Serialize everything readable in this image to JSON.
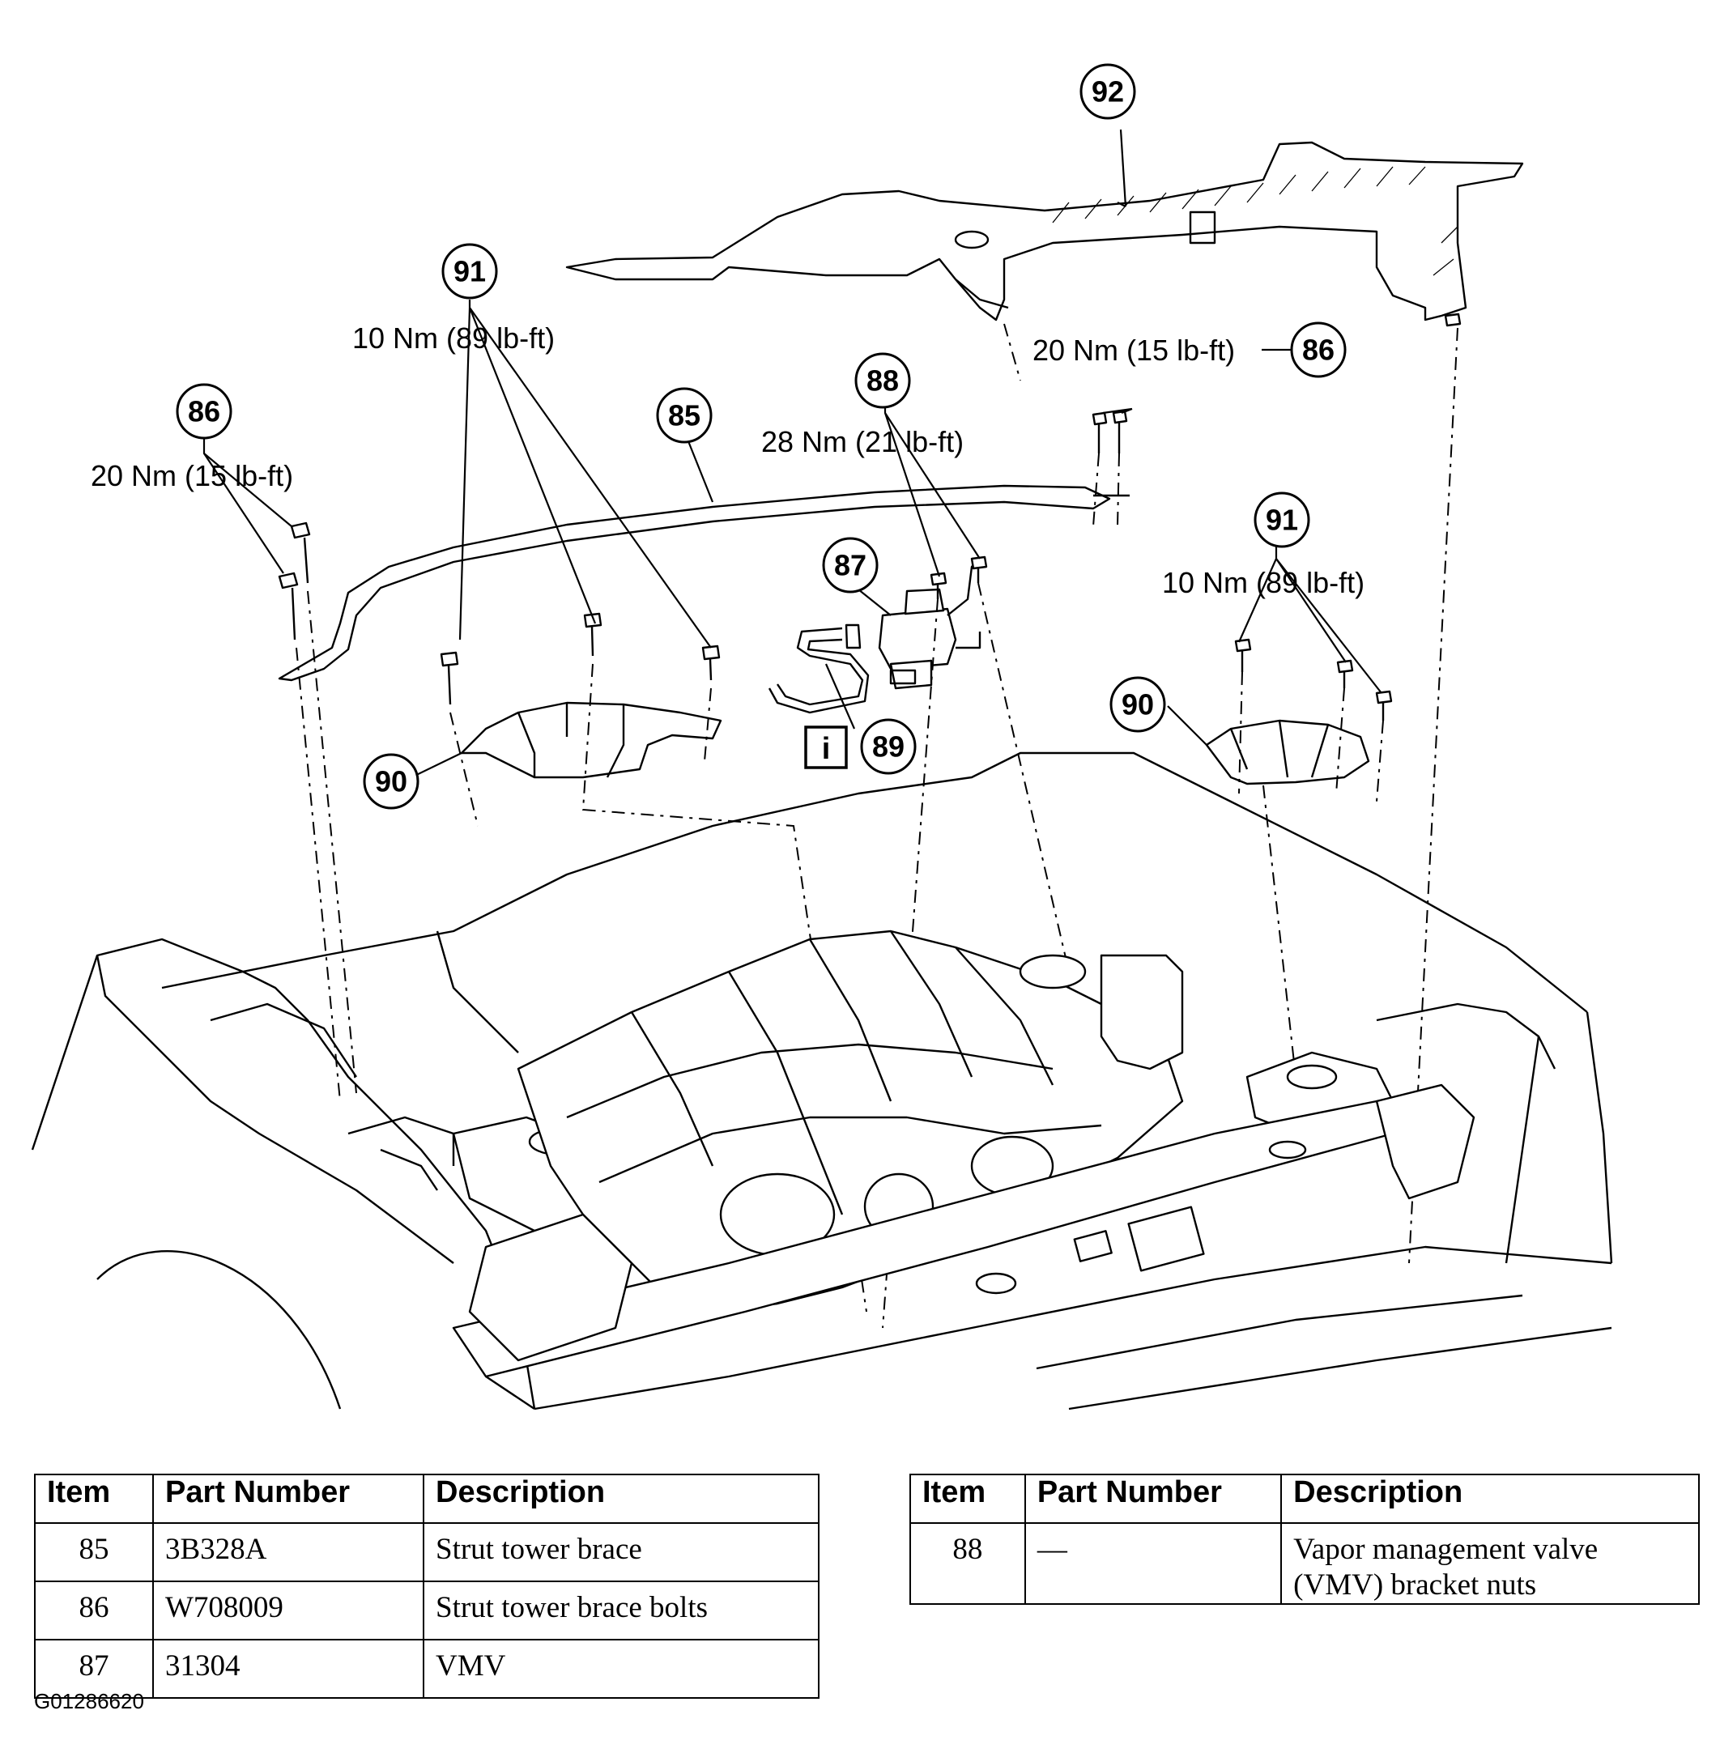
{
  "callouts": {
    "c92": "92",
    "c91_left": "91",
    "c86_left": "86",
    "c85": "85",
    "c88": "88",
    "c86_right": "86",
    "c87": "87",
    "c91_right": "91",
    "c90_right": "90",
    "c89": "89",
    "c90_left": "90"
  },
  "torque_labels": {
    "t91_left": "10 Nm (89 lb-ft)",
    "t86_left": "20 Nm (15 lb-ft)",
    "t88": "28 Nm (21 lb-ft)",
    "t86_right": "20 Nm (15 lb-ft)",
    "t91_right": "10 Nm (89 lb-ft)"
  },
  "info_icon": "i",
  "tables": {
    "headers": {
      "item": "Item",
      "part_number": "Part Number",
      "description": "Description"
    },
    "left_rows": [
      {
        "item": "85",
        "part_number": "3B328A",
        "description": "Strut tower brace"
      },
      {
        "item": "86",
        "part_number": "W708009",
        "description": "Strut tower brace bolts"
      },
      {
        "item": "87",
        "part_number": "31304",
        "description": "VMV"
      }
    ],
    "right_rows": [
      {
        "item": "88",
        "part_number": "—",
        "description": "Vapor management valve (VMV) bracket nuts"
      }
    ]
  },
  "figure_id": "G01286620"
}
